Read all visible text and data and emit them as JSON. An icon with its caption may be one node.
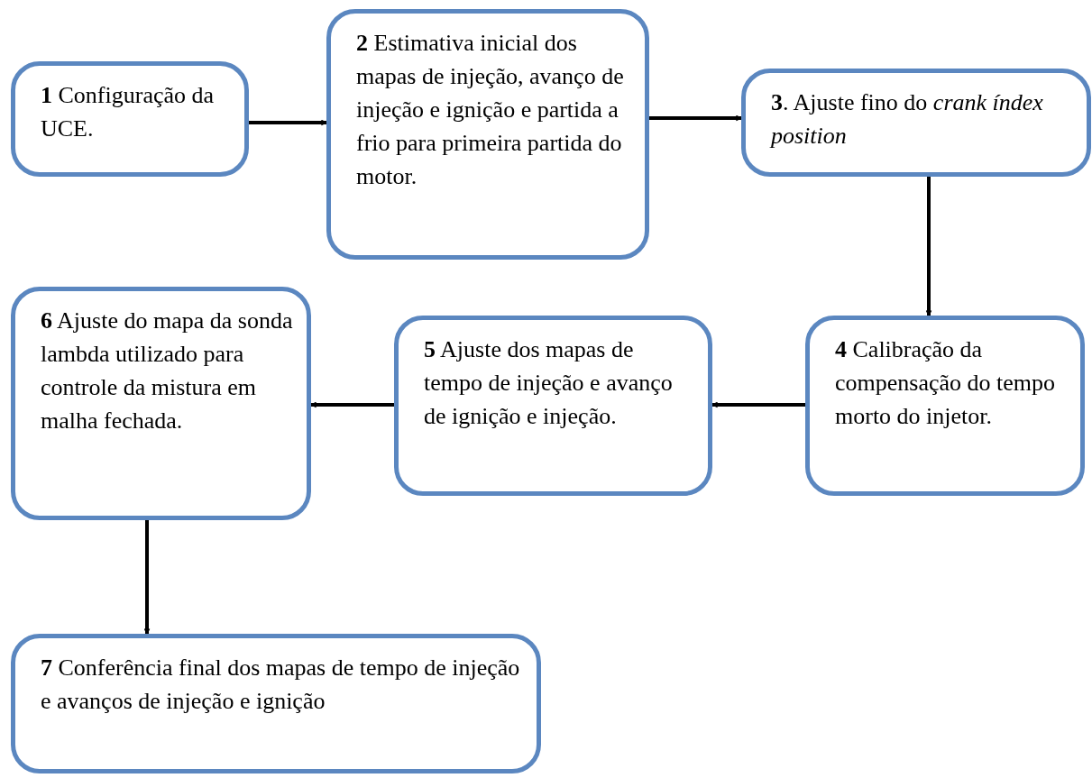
{
  "diagram": {
    "nodes": [
      {
        "text": [
          "**1** Configuração da UCE."
        ]
      },
      {
        "text": [
          "**2** Estimativa inicial dos mapas de injeção, avanço de injeção e ignição e partida a frio para primeira partida do motor."
        ]
      },
      {
        "text": [
          "**3**. Ajuste fino do *crank índex position*"
        ]
      },
      {
        "text": [
          "**4** Calibração da compensação do tempo morto do injetor."
        ]
      },
      {
        "text": [
          "**5** Ajuste dos mapas de tempo de injeção e avanço de ignição e injeção."
        ]
      },
      {
        "text": [
          "**6**  Ajuste do mapa da sonda lambda utilizado para controle da mistura em malha fechada."
        ]
      },
      {
        "text": [
          "**7**  Conferência final dos mapas de tempo de injeção e avanços de injeção e ignição"
        ]
      }
    ],
    "edges": [
      {
        "from": 0,
        "to": 1,
        "arrow": "to"
      },
      {
        "from": 1,
        "to": 2,
        "arrow": "to"
      },
      {
        "from": 2,
        "to": 3,
        "arrow": "to"
      },
      {
        "from": 3,
        "to": 4,
        "arrow": "to"
      },
      {
        "from": 4,
        "to": 5,
        "arrow": "to"
      },
      {
        "from": 5,
        "to": 6,
        "arrow": "to"
      }
    ]
  }
}
